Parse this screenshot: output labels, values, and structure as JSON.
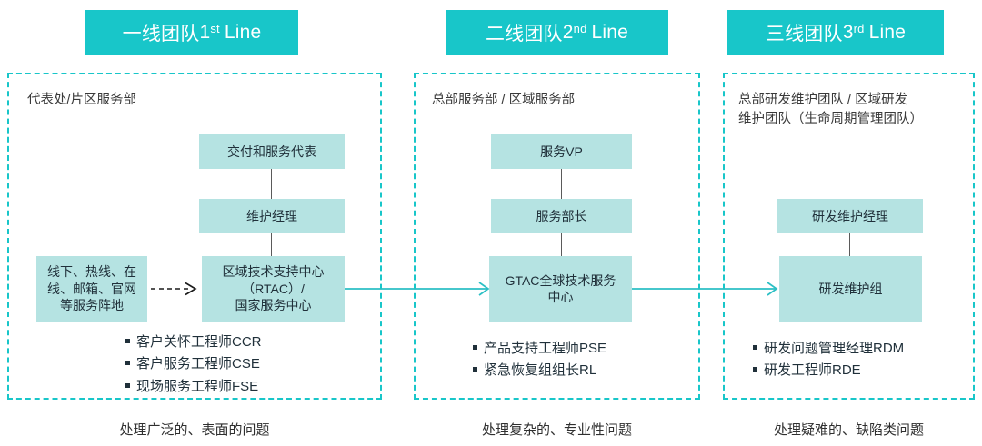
{
  "tiers": [
    {
      "header": {
        "cn": "一线团队",
        "ordinal_num": "1",
        "ordinal_sup": "st",
        "en": "Line"
      },
      "panel_caption": "代表处/片区服务部",
      "boxes": [
        {
          "label": "交付和服务代表"
        },
        {
          "label": "维护经理"
        },
        {
          "label": "线下、热线、在\n线、邮箱、官网\n等服务阵地"
        },
        {
          "label": "区域技术支持中心\n（RTAC）/\n国家服务中心"
        }
      ],
      "roles": [
        "客户关怀工程师CCR",
        "客户服务工程师CSE",
        "现场服务工程师FSE"
      ],
      "footer_caption": "处理广泛的、表面的问题"
    },
    {
      "header": {
        "cn": "二线团队",
        "ordinal_num": "2",
        "ordinal_sup": "nd",
        "en": "Line"
      },
      "panel_caption": "总部服务部 / 区域服务部",
      "boxes": [
        {
          "label": "服务VP"
        },
        {
          "label": "服务部长"
        },
        {
          "label": "GTAC全球技术服务\n中心"
        }
      ],
      "roles": [
        "产品支持工程师PSE",
        "紧急恢复组组长RL"
      ],
      "footer_caption": "处理复杂的、专业性问题"
    },
    {
      "header": {
        "cn": "三线团队",
        "ordinal_num": "3",
        "ordinal_sup": "rd",
        "en": "Line"
      },
      "panel_caption": "总部研发维护团队 / 区域研发\n维护团队（生命周期管理团队）",
      "boxes": [
        {
          "label": "研发维护经理"
        },
        {
          "label": "研发维护组"
        }
      ],
      "roles": [
        "研发问题管理经理RDM",
        "研发工程师RDE"
      ],
      "footer_caption": "处理疑难的、缺陷类问题"
    }
  ],
  "colors": {
    "header_bg": "#18c6c9",
    "box_bg": "#b5e3e2",
    "panel_border": "#18c6c9",
    "flow_arrow": "#2bbfc4",
    "connector": "#5a5a5a",
    "dash_arrow": "#1a1a1a"
  }
}
